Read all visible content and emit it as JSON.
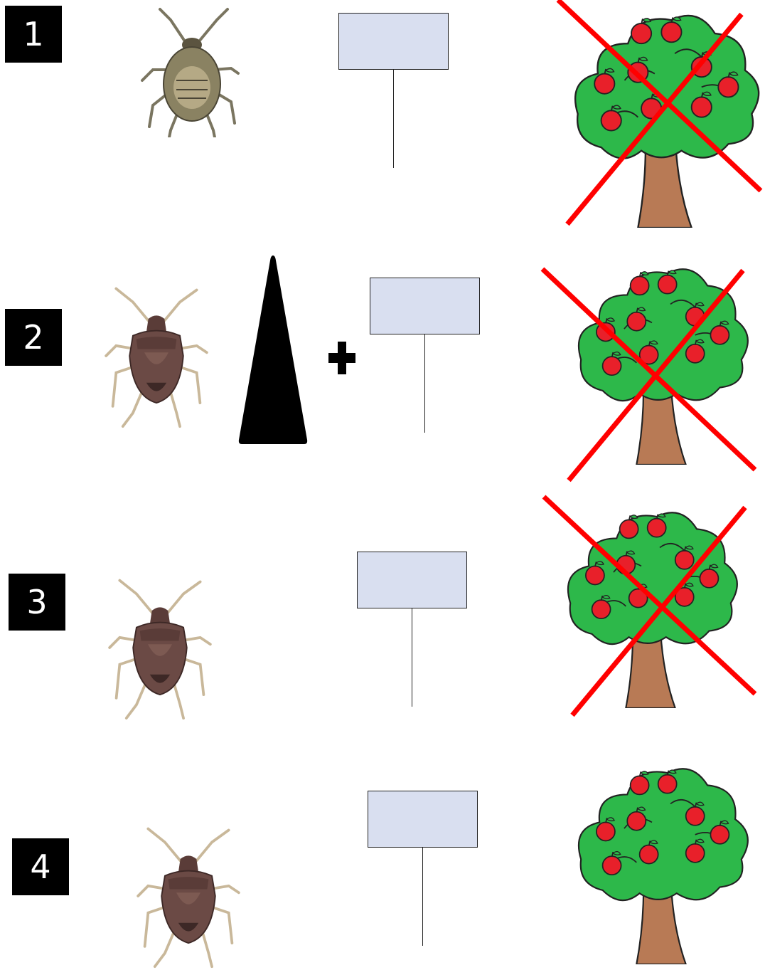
{
  "rows": [
    {
      "number": "1",
      "bug": "stink-bug-nymph",
      "trap": false,
      "tree_crossed": true
    },
    {
      "number": "2",
      "bug": "stink-bug-adult",
      "trap": true,
      "tree_crossed": true
    },
    {
      "number": "3",
      "bug": "stink-bug-adult",
      "trap": false,
      "tree_crossed": true
    },
    {
      "number": "4",
      "bug": "stink-bug-adult",
      "trap": false,
      "tree_crossed": false
    }
  ],
  "colors": {
    "label_bg": "#000000",
    "sign_board": "#d9dff0",
    "cross": "#ff0000",
    "leaf": "#2db84a",
    "apple": "#e8202a",
    "trunk": "#b87a55",
    "bug_adult": "#6b4a45",
    "bug_nymph": "#8a8262"
  },
  "icons": [
    "stink-bug-icon",
    "trap-icon",
    "plus-icon",
    "apple-tree-icon",
    "red-x-icon"
  ]
}
